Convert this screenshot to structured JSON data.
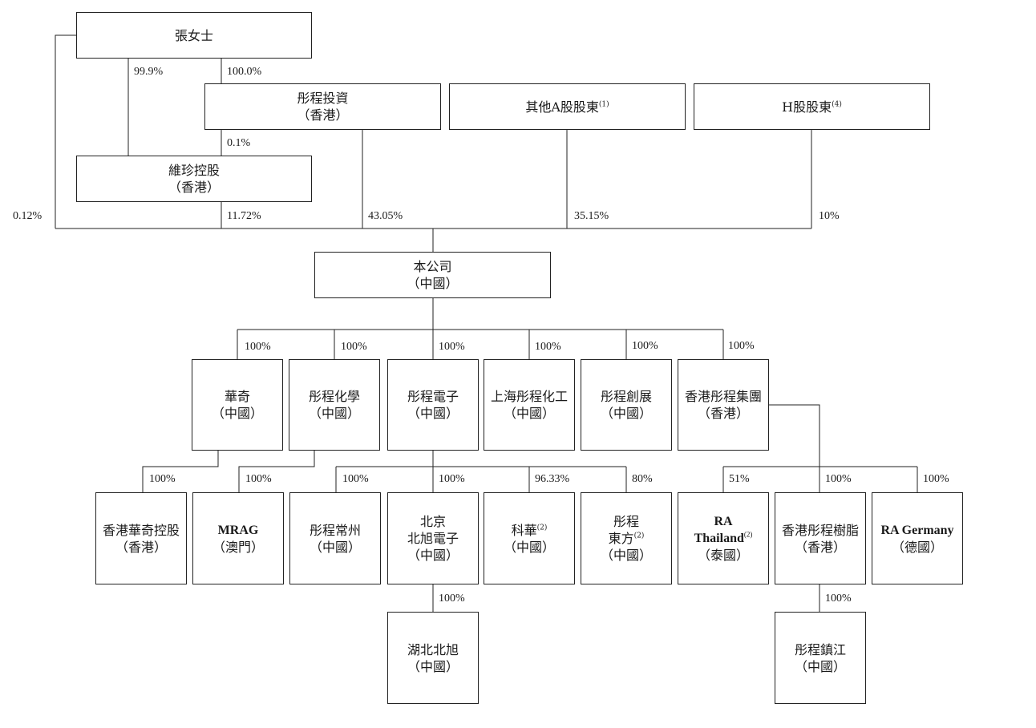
{
  "entities": {
    "zhang": {
      "lines": [
        "張女士"
      ]
    },
    "tongcheng_invest": {
      "lines": [
        "彤程投資",
        "（香港）"
      ]
    },
    "other_a": {
      "name": "其他A股股東",
      "note": "(1)"
    },
    "h_share": {
      "name": "H股股東",
      "note": "(4)"
    },
    "weizhen": {
      "lines": [
        "維珍控股",
        "（香港）"
      ]
    },
    "company": {
      "lines": [
        "本公司",
        "（中國）"
      ]
    },
    "huaqi": {
      "lines": [
        "華奇",
        "（中國）"
      ]
    },
    "chem": {
      "lines": [
        "彤程化學",
        "（中國）"
      ]
    },
    "elec": {
      "lines": [
        "彤程電子",
        "（中國）"
      ]
    },
    "sh_chem": {
      "lines": [
        "上海彤程化工",
        "（中國）"
      ]
    },
    "chuangzhan": {
      "lines": [
        "彤程創展",
        "（中國）"
      ]
    },
    "hk_group": {
      "lines": [
        "香港彤程集團",
        "（香港）"
      ]
    },
    "hk_huaqi": {
      "lines": [
        "香港華奇控股",
        "（香港）"
      ]
    },
    "mrag": {
      "name": "MRAG",
      "region": "（澳門）"
    },
    "changzhou": {
      "lines": [
        "彤程常州",
        "（中國）"
      ]
    },
    "beijing": {
      "lines": [
        "北京",
        "北旭電子",
        "（中國）"
      ]
    },
    "kehua": {
      "name": "科華",
      "note": "(2)",
      "region": "（中國）"
    },
    "dongfang": {
      "line1": "彤程",
      "name": "東方",
      "note": "(2)",
      "region": "（中國）"
    },
    "ra_thai": {
      "line1": "RA",
      "name": "Thailand",
      "note": "(2)",
      "region": "（泰國）"
    },
    "hk_resin": {
      "lines": [
        "香港彤程樹脂",
        "（香港）"
      ]
    },
    "ra_germany": {
      "name": "RA Germany",
      "region": "（德國）"
    },
    "hubei": {
      "lines": [
        "湖北北旭",
        "（中國）"
      ]
    },
    "zhenjiang": {
      "lines": [
        "彤程鎮江",
        "（中國）"
      ]
    }
  },
  "percentages": {
    "zhang_weizhen": "99.9%",
    "zhang_invest": "100.0%",
    "invest_weizhen": "0.1%",
    "zhang_company": "0.12%",
    "weizhen_company": "11.72%",
    "invest_company": "43.05%",
    "other_a_company": "35.15%",
    "h_company": "10%",
    "huaqi": "100%",
    "chem": "100%",
    "elec": "100%",
    "sh_chem": "100%",
    "chuangzhan": "100%",
    "hk_group": "100%",
    "hk_huaqi": "100%",
    "mrag": "100%",
    "changzhou": "100%",
    "beijing": "100%",
    "kehua": "96.33%",
    "dongfang": "80%",
    "ra_thai": "51%",
    "hk_resin": "100%",
    "ra_germany": "100%",
    "hubei": "100%",
    "zhenjiang": "100%"
  }
}
